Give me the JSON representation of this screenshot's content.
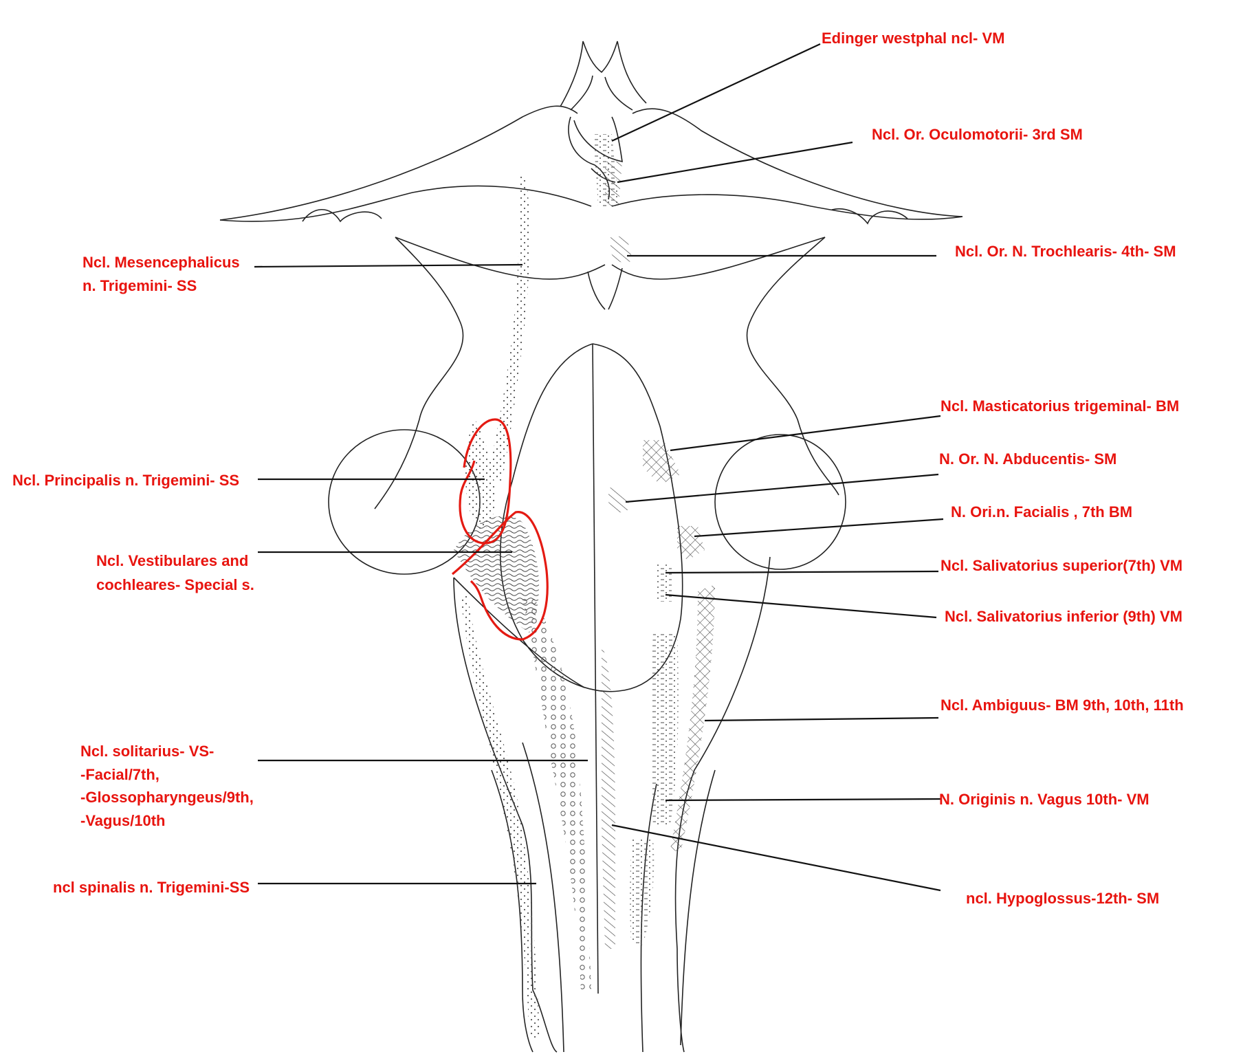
{
  "labels": {
    "edinger": "Edinger westphal ncl- VM",
    "oculomotorii": "Ncl. Or. Oculomotorii- 3rd  SM",
    "trochlearis": "Ncl. Or. N. Trochlearis- 4th- SM",
    "mesencephalicus_1": "Ncl. Mesencephalicus",
    "mesencephalicus_2": "n. Trigemini- SS",
    "masticatorius": "Ncl. Masticatorius trigeminal- BM",
    "abducentis": "N. Or. N. Abducentis- SM",
    "principalis": "Ncl. Principalis n. Trigemini- SS",
    "facialis": "N. Ori.n. Facialis , 7th BM",
    "vestibulares_1": "Ncl. Vestibulares and",
    "vestibulares_2": "cochleares- Special s.",
    "salivatorius_sup": "Ncl. Salivatorius superior(7th) VM",
    "salivatorius_inf": "Ncl. Salivatorius inferior (9th) VM",
    "ambiguus": "Ncl. Ambiguus- BM 9th, 10th, 11th",
    "solitarius_1": "Ncl. solitarius- VS-",
    "solitarius_2": "-Facial/7th,",
    "solitarius_3": "-Glossopharyngeus/9th,",
    "solitarius_4": "-Vagus/10th",
    "vagus": "N. Originis n. Vagus 10th- VM",
    "spinalis": "ncl spinalis n. Trigemini-SS",
    "hypoglossus": "ncl. Hypoglossus-12th- SM"
  },
  "colors": {
    "label_red": "#e8140f",
    "outline": "#222222",
    "highlight": "#e41a12"
  }
}
